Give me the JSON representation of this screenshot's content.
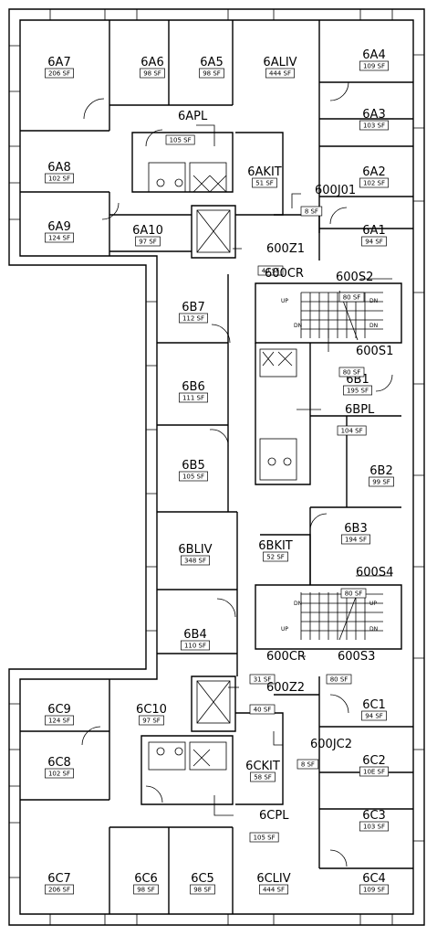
{
  "rooms": [
    {
      "name": "6A7",
      "area": "206 SF"
    },
    {
      "name": "6A6",
      "area": "98 SF"
    },
    {
      "name": "6A5",
      "area": "98 SF"
    },
    {
      "name": "6ALIV",
      "area": "444 SF"
    },
    {
      "name": "6A4",
      "area": "109 SF"
    },
    {
      "name": "6A3",
      "area": "103 SF"
    },
    {
      "name": "6A8",
      "area": "102 SF"
    },
    {
      "name": "6AKIT",
      "area": "51 SF"
    },
    {
      "name": "6A2",
      "area": "102 SF"
    },
    {
      "name": "6A9",
      "area": "124 SF"
    },
    {
      "name": "6A10",
      "area": "97 SF"
    },
    {
      "name": "6A1",
      "area": "94 SF"
    },
    {
      "name": "6B7",
      "area": "112 SF"
    },
    {
      "name": "6B6",
      "area": "111 SF"
    },
    {
      "name": "6B1",
      "area": "195 SF"
    },
    {
      "name": "6B5",
      "area": "105 SF"
    },
    {
      "name": "6B2",
      "area": "99 SF"
    },
    {
      "name": "6B3",
      "area": "194 SF"
    },
    {
      "name": "6BLIV",
      "area": "348 SF"
    },
    {
      "name": "6BKIT",
      "area": "52 SF"
    },
    {
      "name": "6B4",
      "area": "110 SF"
    },
    {
      "name": "6C9",
      "area": "124 SF"
    },
    {
      "name": "6C10",
      "area": "97 SF"
    },
    {
      "name": "6C1",
      "area": "94 SF"
    },
    {
      "name": "6C8",
      "area": "102 SF"
    },
    {
      "name": "6CKIT",
      "area": "58 SF"
    },
    {
      "name": "6C2",
      "area": "10E SF"
    },
    {
      "name": "6C3",
      "area": "103 SF"
    },
    {
      "name": "6C7",
      "area": "206 SF"
    },
    {
      "name": "6C6",
      "area": "98 SF"
    },
    {
      "name": "6C5",
      "area": "98 SF"
    },
    {
      "name": "6CLIV",
      "area": "444 SF"
    },
    {
      "name": "6C4",
      "area": "109 SF"
    }
  ],
  "service": [
    {
      "name": "6APL",
      "area": "105 SF"
    },
    {
      "name": "600J01",
      "area": "8 SF"
    },
    {
      "name": "600Z1",
      "area": "40 SF"
    },
    {
      "name": "600CR",
      "area": ""
    },
    {
      "name": "600S2",
      "area": "80 SF"
    },
    {
      "name": "600S1",
      "area": "80 SF"
    },
    {
      "name": "6BPL",
      "area": "104 SF"
    },
    {
      "name": "600S4",
      "area": "80 SF"
    },
    {
      "name": "600CR",
      "area": "31 SF"
    },
    {
      "name": "600S3",
      "area": "80 SF"
    },
    {
      "name": "600Z2",
      "area": "40 SF"
    },
    {
      "name": "600JC2",
      "area": "8 SF"
    },
    {
      "name": "6CPL",
      "area": "105 SF"
    }
  ],
  "stair_labels": {
    "up": "UP",
    "down": "DN"
  }
}
